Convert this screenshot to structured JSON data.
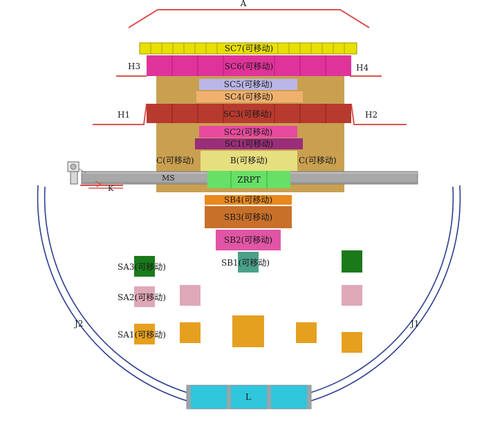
{
  "colors": {
    "red_line": "#d9534f",
    "arc_blue": "#2c3e8f",
    "yellow": "#e8e000",
    "magenta": "#e0339a",
    "lavender": "#b9b6e8",
    "peach": "#f0b070",
    "brown_red": "#b83a2e",
    "pink": "#e84aa0",
    "purple": "#992e7a",
    "tan": "#c9a050",
    "light_yellow": "#e6df80",
    "gray": "#a8a8a8",
    "green": "#66e066",
    "orange": "#e8891e",
    "dark_orange": "#c8702a",
    "pink2": "#e055a5",
    "teal": "#4ca08a",
    "dark_green": "#1a7a1a",
    "light_pink": "#dfa8b8",
    "gold": "#e6a020",
    "cyan": "#30c6dc"
  },
  "labels": {
    "A": "A",
    "H1": "H1",
    "H2": "H2",
    "H3": "H3",
    "H4": "H4",
    "SC7": "SC7(可移动)",
    "SC6": "SC6(可移动)",
    "SC5": "SC5(可移动)",
    "SC4": "SC4(可移动)",
    "SC3": "SC3(可移动)",
    "SC2": "SC2(可移动)",
    "SC1": "SC1(可移动)",
    "C_left": "C(可移动)",
    "B": "B(可移动)",
    "C_right": "C(可移动)",
    "MS": "MS",
    "ZRPT": "ZRPT",
    "K": "K",
    "SB4": "SB4(可移动)",
    "SB3": "SB3(可移动)",
    "SB2": "SB2(可移动)",
    "SB1": "SB1(可移动)",
    "SA3": "SA3(可移动)",
    "SA2": "SA2(可移动)",
    "SA1": "SA1(可移动)",
    "J1": "J1",
    "J2": "J2",
    "L": "L"
  }
}
